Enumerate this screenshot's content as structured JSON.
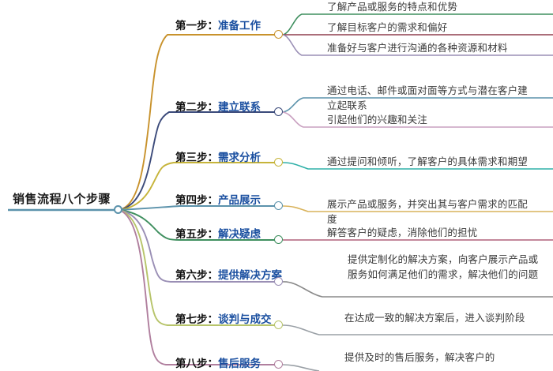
{
  "root": {
    "label": "销售流程八个步骤"
  },
  "palette": {
    "root_line": "#5b92ab",
    "step_text": "#1a4fa0",
    "ordinal_text": "#111111",
    "leaf_text": "#3a3a3a",
    "branch_1": "#c8922c",
    "branch_2": "#3b4a7a",
    "branch_3": "#c6b43a",
    "branch_4": "#5b92ab",
    "branch_5": "#3f8f5f",
    "branch_6": "#9a8fb5",
    "branch_7": "#b7c46a",
    "branch_8": "#b07f9e",
    "leaf_1_1": "#3f8f5f",
    "leaf_1_2": "#8f3f4f",
    "leaf_1_3": "#9a8fb5",
    "leaf_2_1": "#5b92ab",
    "leaf_2_2": "#c9a0c0",
    "leaf_3_1": "#2fb0a8",
    "leaf_4_1": "#d9b35c",
    "leaf_5_1": "#b0607a",
    "leaf_6_1": "#8a8a8a",
    "leaf_7_1": "#9aa0a6",
    "leaf_8_1": "#9aa0a6"
  },
  "steps": [
    {
      "ordinal": "第一步：",
      "name": "准备工作",
      "leaves": [
        "了解产品或服务的特点和优势",
        "了解目标客户的需求和偏好",
        "准备好与客户进行沟通的各种资源和材料"
      ]
    },
    {
      "ordinal": "第二步：",
      "name": "建立联系",
      "leaves": [
        "通过电话、邮件或面对面等方式与潜在客户建立起联系",
        "引起他们的兴趣和关注"
      ]
    },
    {
      "ordinal": "第三步：",
      "name": "需求分析",
      "leaves": [
        "通过提问和倾听，了解客户的具体需求和期望"
      ]
    },
    {
      "ordinal": "第四步：",
      "name": "产品展示",
      "leaves": [
        "展示产品或服务，并突出其与客户需求的匹配度"
      ]
    },
    {
      "ordinal": "第五步：",
      "name": "解决疑虑",
      "leaves": [
        "解答客户的疑虑，消除他们的担忧"
      ]
    },
    {
      "ordinal": "第六步：",
      "name": "提供解决方案",
      "leaves": [
        "提供定制化的解决方案，向客户展示产品或服务如何满足他们的需求，解决他们的问题"
      ]
    },
    {
      "ordinal": "第七步：",
      "name": "谈判与成交",
      "leaves": [
        "在达成一致的解决方案后，进入谈判阶段"
      ]
    },
    {
      "ordinal": "第八步：",
      "name": "售后服务",
      "leaves": [
        "提供及时的售后服务，解决客户的"
      ]
    }
  ]
}
